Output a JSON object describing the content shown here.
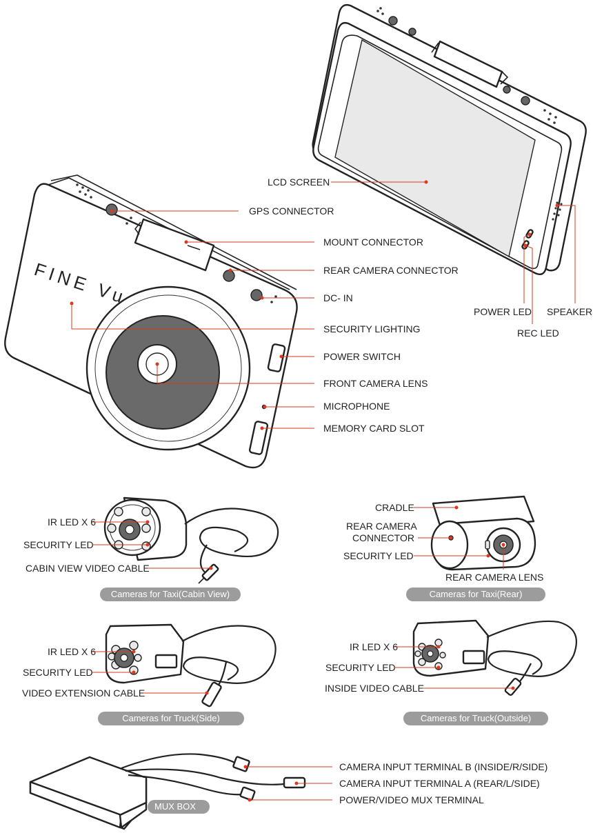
{
  "main_unit": {
    "brand_logo": "FINE Vu",
    "labels": {
      "lcd_screen": "LCD  SCREEN",
      "gps_connector": "GPS CONNECTOR",
      "mount_connector": "MOUNT CONNECTOR",
      "rear_camera_connector": "REAR CAMERA CONNECTOR",
      "dc_in": "DC- IN",
      "security_lighting": "SECURITY LIGHTING",
      "power_switch": "POWER SWITCH",
      "front_camera_lens": "FRONT CAMERA LENS",
      "microphone": "MICROPHONE",
      "memory_card_slot": "MEMORY CARD SLOT",
      "power_led": "POWER LED",
      "speaker": "SPEAKER",
      "rec_led": "REC LED"
    }
  },
  "taxi_cabin_camera": {
    "caption": "Cameras for Taxi(Cabin View)",
    "labels": {
      "ir_led": "IR LED X 6",
      "security_led": "SECURITY LED",
      "cable": "CABIN VIEW VIDEO CABLE"
    }
  },
  "taxi_rear_camera": {
    "caption": "Cameras for Taxi(Rear)",
    "labels": {
      "cradle": "CRADLE",
      "connector_line1": "REAR CAMERA",
      "connector_line2": "CONNECTOR",
      "security_led": "SECURITY  LED",
      "lens": "REAR CAMERA LENS"
    }
  },
  "truck_side_camera": {
    "caption": "Cameras for Truck(Side)",
    "labels": {
      "ir_led": "IR LED X 6",
      "security_led": "SECURITY LED",
      "cable": "VIDEO EXTENSION CABLE"
    }
  },
  "truck_outside_camera": {
    "caption": "Cameras for Truck(Outside)",
    "labels": {
      "ir_led": "IR LED X 6",
      "security_led": "SECURITY LED",
      "cable": "INSIDE VIDEO CABLE"
    }
  },
  "mux_box": {
    "caption": "MUX BOX",
    "labels": {
      "terminal_b": "CAMERA INPUT TERMINAL B (INSIDE/R/SIDE)",
      "terminal_a": "CAMERA INPUT TERMINAL A (REAR/L/SIDE)",
      "power_video": "POWER/VIDEO MUX TERMINAL"
    }
  },
  "colors": {
    "callout": "#d8391f",
    "caption_pill": "#9c9c9c",
    "outline": "#222222"
  }
}
